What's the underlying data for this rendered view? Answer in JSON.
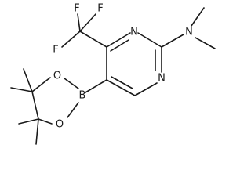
{
  "structure": {
    "atoms": {
      "f_top": "F",
      "f_left": "F",
      "f_right": "F",
      "n_ring_top": "N",
      "n_ring_bottom": "N",
      "n_amine": "N",
      "boron": "B",
      "o_upper": "O",
      "o_lower": "O"
    },
    "line_color": "#1a1a1a",
    "background": "#ffffff"
  }
}
